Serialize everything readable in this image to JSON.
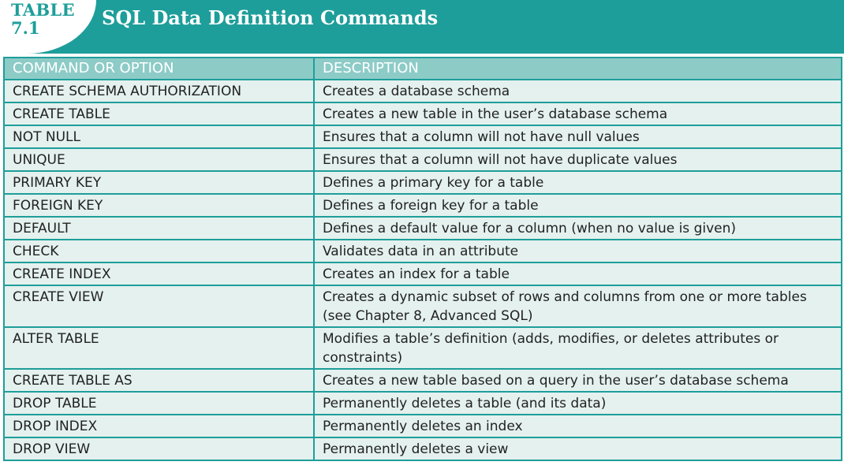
{
  "table_label": {
    "word": "TABLE",
    "number": "7.1"
  },
  "title": "SQL Data Definition Commands",
  "columns": [
    "COMMAND OR OPTION",
    "DESCRIPTION"
  ],
  "rows": [
    {
      "command": "CREATE SCHEMA AUTHORIZATION",
      "description": "Creates a database schema"
    },
    {
      "command": "CREATE TABLE",
      "description": "Creates a new table in the user’s database schema"
    },
    {
      "command": "NOT NULL",
      "description": "Ensures that a column will not have null values"
    },
    {
      "command": "UNIQUE",
      "description": "Ensures that a column will not have duplicate values"
    },
    {
      "command": "PRIMARY KEY",
      "description": "Defines a primary key for a table"
    },
    {
      "command": "FOREIGN KEY",
      "description": "Defines a foreign key for a table"
    },
    {
      "command": "DEFAULT",
      "description": "Defines a default value for a column (when no value is given)"
    },
    {
      "command": "CHECK",
      "description": "Validates data in an attribute"
    },
    {
      "command": "CREATE INDEX",
      "description": "Creates an index for a table"
    },
    {
      "command": "CREATE VIEW",
      "description": "Creates a dynamic subset of rows and columns from one or more tables (see Chapter 8, Advanced SQL)"
    },
    {
      "command": "ALTER TABLE",
      "description": "Modifies a table’s definition (adds, modifies, or deletes attributes or constraints)"
    },
    {
      "command": "CREATE TABLE AS",
      "description": "Creates a new table based on a query in the user’s database schema"
    },
    {
      "command": "DROP TABLE",
      "description": "Permanently deletes a table (and its data)"
    },
    {
      "command": "DROP INDEX",
      "description": "Permanently deletes an index"
    },
    {
      "command": "DROP VIEW",
      "description": "Permanently deletes a view"
    }
  ],
  "colors": {
    "accent": "#1e9e9a",
    "header_fill": "#8dcbc7",
    "row_fill": "#e4f1ee"
  }
}
